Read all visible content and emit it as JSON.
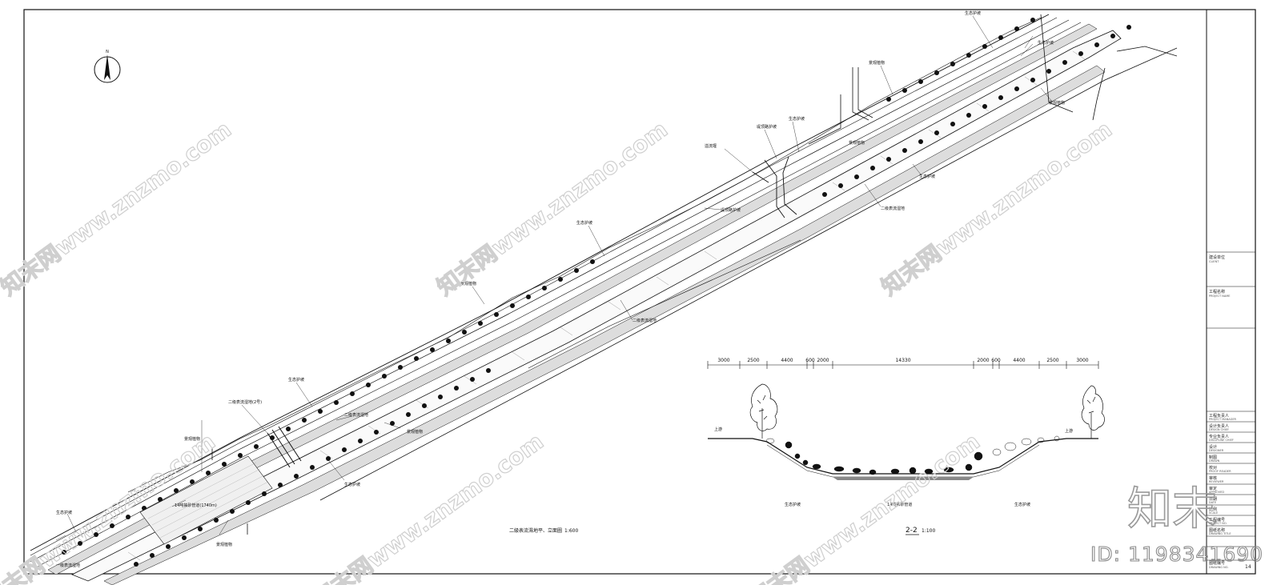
{
  "plan": {
    "title": "二級表流濕地平、立面圖",
    "scale": "1:600",
    "labels": [
      {
        "key": "l1",
        "text": "生态护坡"
      },
      {
        "key": "l2",
        "text": "二级表流湿地(2号)"
      },
      {
        "key": "l3",
        "text": "景观植物"
      },
      {
        "key": "l4",
        "text": "一级表流湿地"
      },
      {
        "key": "l5",
        "text": "14吨抽砂管道(1740m)"
      },
      {
        "key": "l6",
        "text": "二级表流湿地"
      },
      {
        "key": "l7",
        "text": "景观植物"
      },
      {
        "key": "l8",
        "text": "生态护坡"
      },
      {
        "key": "l9",
        "text": "景观植物"
      },
      {
        "key": "l10",
        "text": "生态护坡"
      },
      {
        "key": "l11",
        "text": "景观植物"
      },
      {
        "key": "l12",
        "text": "生态护坡"
      },
      {
        "key": "l13",
        "text": "二级表流湿地"
      },
      {
        "key": "l14",
        "text": "堤顶路护坡"
      },
      {
        "key": "l15",
        "text": "溢流堰"
      },
      {
        "key": "l16",
        "text": "堤顶路护坡"
      },
      {
        "key": "l17",
        "text": "生态护坡"
      },
      {
        "key": "l18",
        "text": "景观植物"
      },
      {
        "key": "l19",
        "text": "生态护坡"
      },
      {
        "key": "l20",
        "text": "景观植物"
      },
      {
        "key": "l21",
        "text": "二级表流湿地"
      },
      {
        "key": "l22",
        "text": "生态护坡"
      },
      {
        "key": "l23",
        "text": "生态护坡"
      },
      {
        "key": "l24",
        "text": "景观植物"
      }
    ]
  },
  "section": {
    "title": "2-2",
    "scale": "1:100",
    "dimensions": [
      "3000",
      "2500",
      "4400",
      "600",
      "2000",
      "14330",
      "2000",
      "600",
      "4400",
      "2500",
      "3000"
    ],
    "label_left": "上游",
    "label_right": "上游",
    "bottom_left": "生态护坡",
    "bottom_center": "14吨抽砂管道",
    "bottom_right": "生态护坡"
  },
  "title_block": {
    "client": "建设单位",
    "client_en": "CLIENT",
    "project": "工程名称",
    "project_en": "PROJECT NAME",
    "rows": [
      {
        "cn": "工程负责人",
        "en": "PROJECT MANAGER"
      },
      {
        "cn": "设计负责人",
        "en": "DESIGN CHIEF"
      },
      {
        "cn": "专业负责人",
        "en": "DISCIPLINE CHIEF"
      },
      {
        "cn": "设计",
        "en": "DESIGNER"
      },
      {
        "cn": "制图",
        "en": "DRAWN"
      },
      {
        "cn": "校对",
        "en": "PROOF READER"
      },
      {
        "cn": "审核",
        "en": "REVIEWER"
      },
      {
        "cn": "审定",
        "en": "APPROVED"
      },
      {
        "cn": "日期",
        "en": "DATE"
      },
      {
        "cn": "比例",
        "en": "SCALE"
      },
      {
        "cn": "工程编号",
        "en": "PROJECT NO."
      },
      {
        "cn": "图纸名称",
        "en": "DRAWING TITLE"
      },
      {
        "cn": "图纸编号",
        "en": "DRAWING NO."
      }
    ],
    "sheet_no": "14"
  },
  "watermark": {
    "text": "知末网www.znzmo.com",
    "logo": "知末",
    "id": "ID: 1198341690"
  }
}
